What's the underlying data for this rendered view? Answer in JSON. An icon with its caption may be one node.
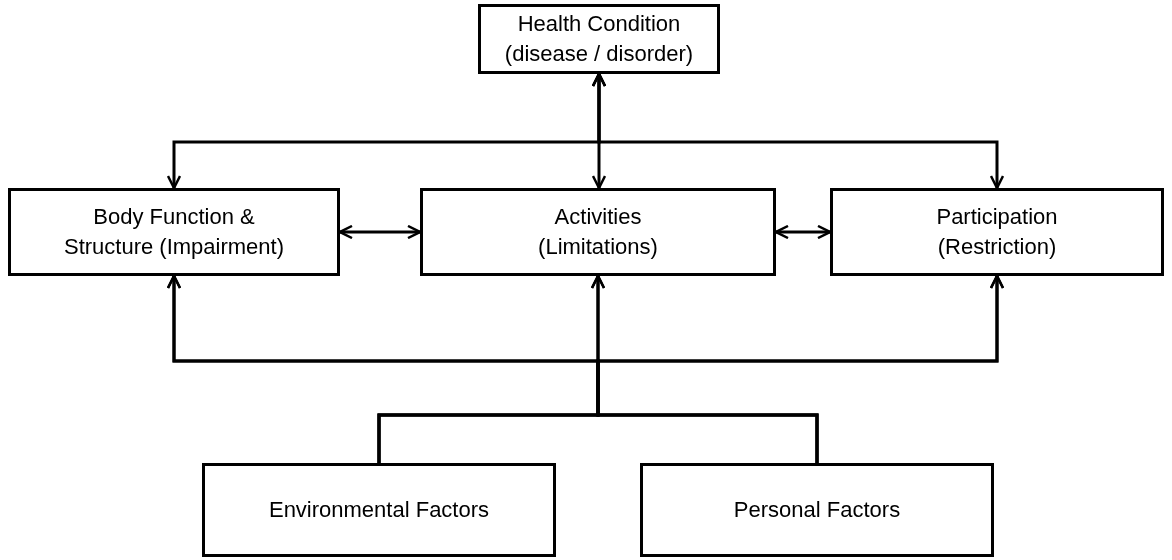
{
  "diagram": {
    "nodes": [
      {
        "text": [
          "Health Condition",
          "(disease / disorder)"
        ]
      },
      {
        "text": [
          "Body Function & Structure (Impairment)"
        ]
      },
      {
        "text": [
          "Activities",
          "(Limitations)"
        ]
      },
      {
        "text": [
          "Participation",
          "(Restriction)"
        ]
      },
      {
        "text": [
          "Environmental Factors"
        ]
      },
      {
        "text": [
          "Personal Factors"
        ]
      }
    ],
    "edges": [
      {
        "from": 0,
        "to": 2,
        "arrow": "both"
      },
      {
        "from": 0,
        "to": 1,
        "arrow": "both"
      },
      {
        "from": 0,
        "to": 3,
        "arrow": "both"
      },
      {
        "from": 1,
        "to": 2,
        "arrow": "both"
      },
      {
        "from": 2,
        "to": 3,
        "arrow": "both"
      },
      {
        "from": 4,
        "to": 1,
        "arrow": "to"
      },
      {
        "from": 4,
        "to": 2,
        "arrow": "to"
      },
      {
        "from": 4,
        "to": 3,
        "arrow": "to"
      },
      {
        "from": 5,
        "to": 1,
        "arrow": "to"
      },
      {
        "from": 5,
        "to": 2,
        "arrow": "to"
      },
      {
        "from": 5,
        "to": 3,
        "arrow": "to"
      }
    ]
  }
}
